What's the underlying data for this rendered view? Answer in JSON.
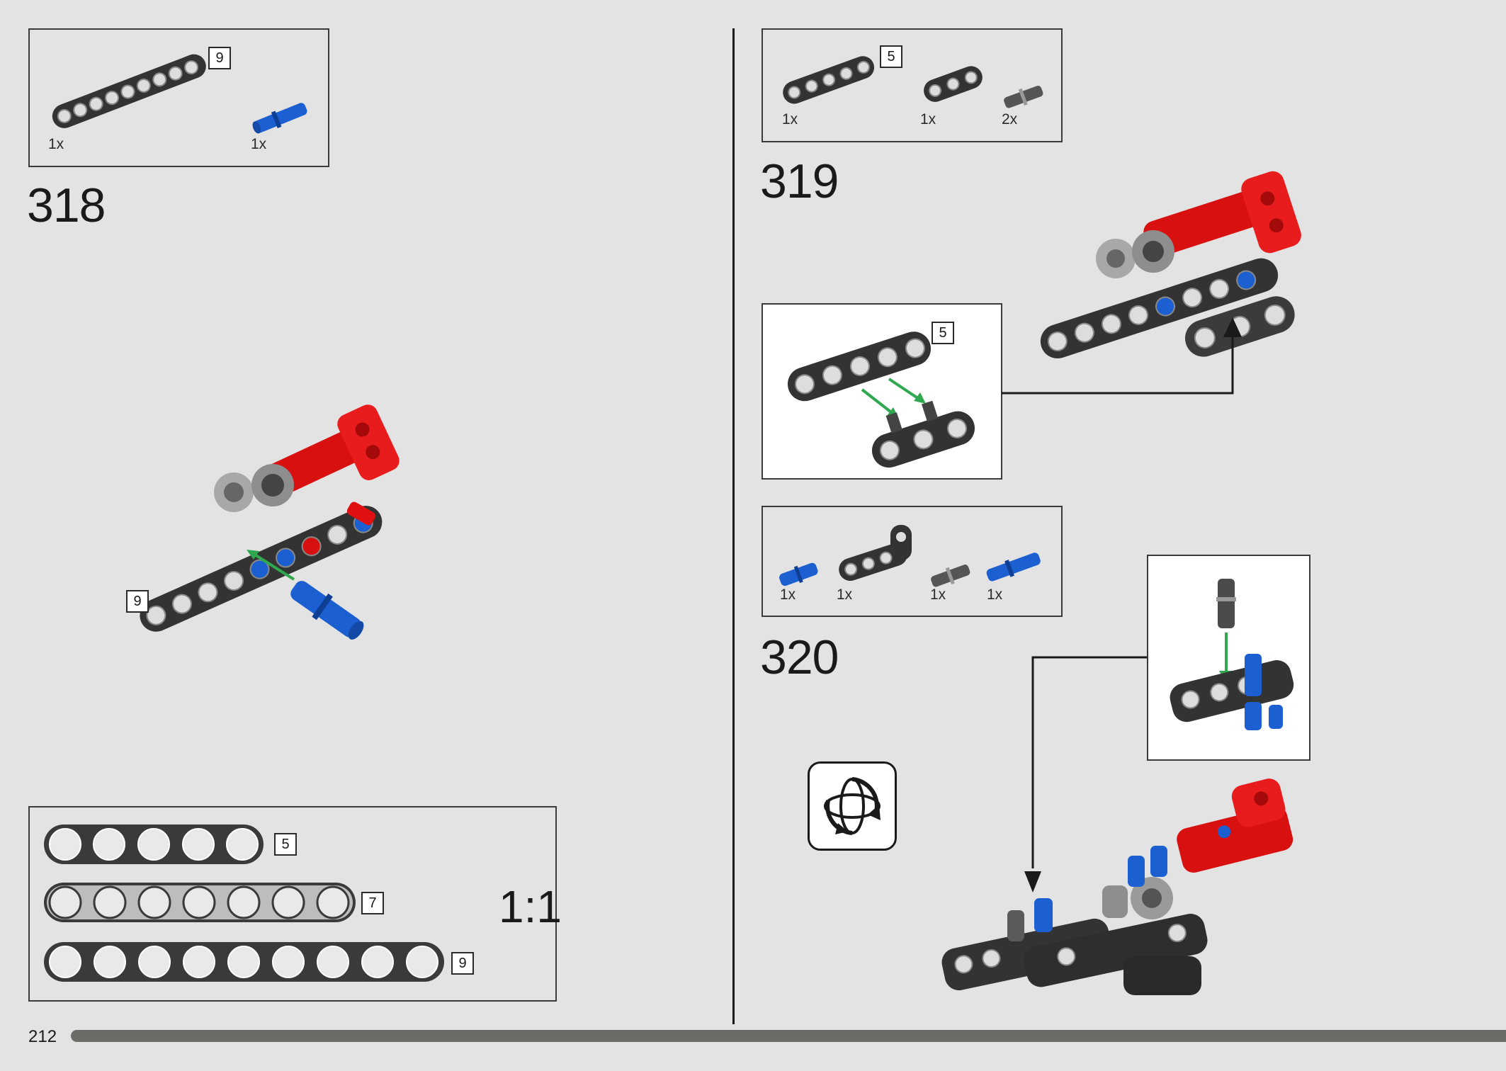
{
  "page": {
    "number": "212"
  },
  "steps": [
    {
      "number": "318",
      "parts": [
        {
          "qty": "1x",
          "tag": "9",
          "icon": "beam-9-icon"
        },
        {
          "qty": "1x",
          "icon": "blue-axle-pin-icon"
        }
      ],
      "assembly_tag": "9"
    },
    {
      "number": "319",
      "parts": [
        {
          "qty": "1x",
          "tag": "5",
          "icon": "beam-5-icon"
        },
        {
          "qty": "1x",
          "icon": "beam-3-icon"
        },
        {
          "qty": "2x",
          "icon": "grey-pin-icon"
        }
      ],
      "subassembly_tag": "5"
    },
    {
      "number": "320",
      "parts": [
        {
          "qty": "1x",
          "icon": "blue-pin-icon"
        },
        {
          "qty": "1x",
          "icon": "angled-beam-icon"
        },
        {
          "qty": "1x",
          "icon": "grey-pin-icon"
        },
        {
          "qty": "1x",
          "icon": "blue-axle-pin-icon"
        }
      ]
    }
  ],
  "scale_ruler": {
    "label": "1:1",
    "beams": [
      {
        "tag": "5",
        "holes": 5,
        "color": "#4a4a4a"
      },
      {
        "tag": "7",
        "holes": 7,
        "color": "#bdbdbd"
      },
      {
        "tag": "9",
        "holes": 9,
        "color": "#4a4a4a"
      }
    ]
  },
  "colors": {
    "background": "#e3e3e3",
    "beam_dark": "#3a3a3a",
    "red": "#e01010",
    "blue": "#1b5fd1",
    "arrow_green": "#2fa84f"
  }
}
